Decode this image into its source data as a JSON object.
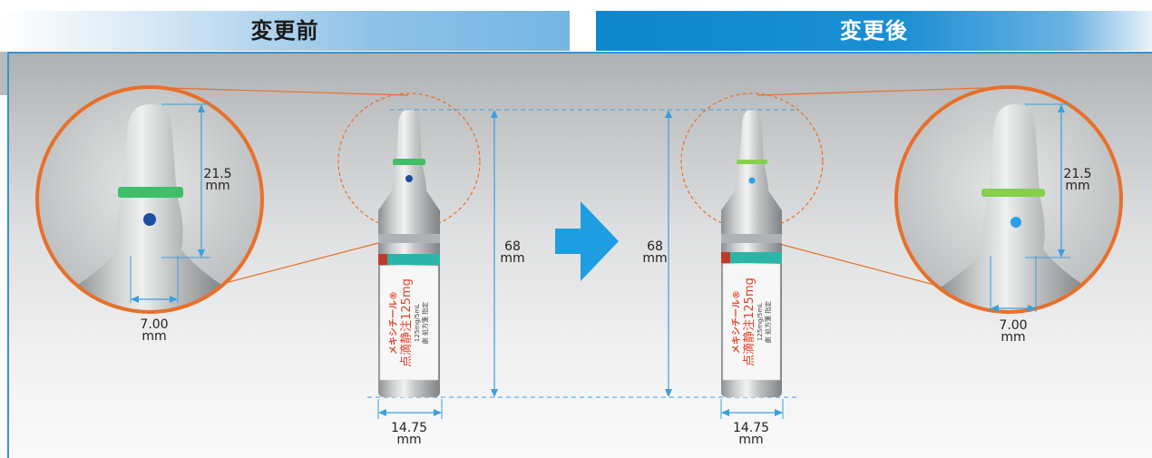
{
  "header": {
    "before_label": "変更前",
    "after_label": "変更後"
  },
  "dimensions": {
    "left_zoom_height": {
      "value": "21.5",
      "unit": "mm"
    },
    "left_zoom_width": {
      "value": "7.00",
      "unit": "mm"
    },
    "left_height": {
      "value": "68",
      "unit": "mm"
    },
    "left_width": {
      "value": "14.75",
      "unit": "mm"
    },
    "right_height": {
      "value": "68",
      "unit": "mm"
    },
    "right_width": {
      "value": "14.75",
      "unit": "mm"
    },
    "right_zoom_height": {
      "value": "21.5",
      "unit": "mm"
    },
    "right_zoom_width": {
      "value": "7.00",
      "unit": "mm"
    }
  },
  "product_label": {
    "name": "メキシチール",
    "name_mark": "®",
    "dosage": "点滴静注125mg",
    "side_text": "125mg/5mL",
    "tags": [
      "劇",
      "処方箋",
      "指定"
    ]
  },
  "colors": {
    "accent_blue": "#1b8fd4",
    "arrow_blue": "#1e9ee0",
    "zoom_border": "#e8702a",
    "guide_line": "#3aa0de",
    "ring_green_before": "#3fbf6a",
    "ring_green_after": "#86d04a",
    "dot_blue_before": "#1a4fa0",
    "dot_blue_after": "#2aa0e8",
    "label_red": "#e0442c",
    "label_teal": "#2bb5a8"
  },
  "icons": {
    "transition_arrow": "arrow-right-icon"
  }
}
